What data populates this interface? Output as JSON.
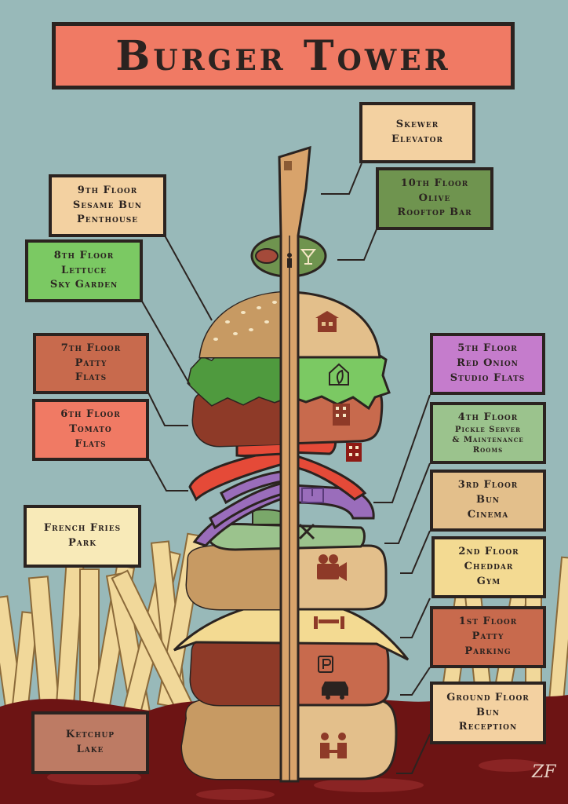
{
  "title": "Burger Tower",
  "colors": {
    "background": "#98b9b9",
    "title_box": "#f07a64",
    "outline": "#2b2320",
    "ketchup": "#6d1414",
    "bun": "#e3bf8b",
    "patty": "#c86a4d",
    "lettuce": "#7bc963",
    "tomato": "#e54a38",
    "onion": "#9a6dbb",
    "pickle": "#9bc38d",
    "cheese": "#f3da92",
    "olive": "#6f944f",
    "skewer": "#d8a36b",
    "fries": "#f1d89a"
  },
  "labels": {
    "skewer": {
      "line1": "Skewer",
      "line2": "Elevator"
    },
    "floor10": {
      "floor": "10th Floor",
      "line1": "Olive",
      "line2": "Rooftop Bar"
    },
    "floor9": {
      "floor": "9th Floor",
      "line1": "Sesame Bun",
      "line2": "Penthouse"
    },
    "floor8": {
      "floor": "8th Floor",
      "line1": "Lettuce",
      "line2": "Sky Garden"
    },
    "floor7": {
      "floor": "7th Floor",
      "line1": "Patty",
      "line2": "Flats"
    },
    "floor6": {
      "floor": "6th Floor",
      "line1": "Tomato",
      "line2": "Flats"
    },
    "floor5": {
      "floor": "5th Floor",
      "line1": "Red Onion",
      "line2": "Studio Flats"
    },
    "floor4": {
      "floor": "4th Floor",
      "line1": "Pickle Server",
      "line2": "& Maintenance",
      "line3": "Rooms"
    },
    "floor3": {
      "floor": "3rd Floor",
      "line1": "Bun",
      "line2": "Cinema"
    },
    "floor2": {
      "floor": "2nd Floor",
      "line1": "Cheddar",
      "line2": "Gym"
    },
    "floor1": {
      "floor": "1st Floor",
      "line1": "Patty",
      "line2": "Parking"
    },
    "ground": {
      "floor": "Ground Floor",
      "line1": "Bun",
      "line2": "Reception"
    },
    "fries": {
      "line1": "French Fries",
      "line2": "Park"
    },
    "ketchup": {
      "line1": "Ketchup",
      "line2": "Lake"
    }
  },
  "icons": [
    "house-icon",
    "leaf-icon",
    "building-icon",
    "floorplan-icon",
    "tools-icon",
    "camera-icon",
    "dumbbell-icon",
    "parking-icon",
    "car-icon",
    "people-icon",
    "person-icon",
    "cocktail-icon"
  ],
  "signature": "ZF"
}
